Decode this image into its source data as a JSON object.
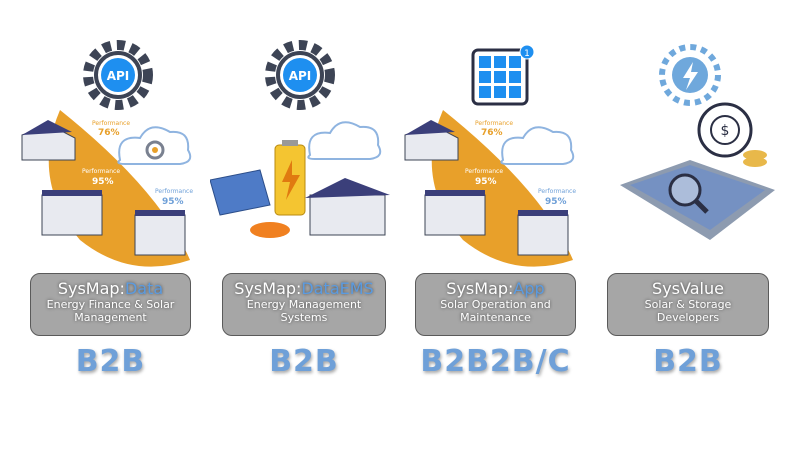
{
  "panels": [
    {
      "title_prefix": "SysMap:",
      "title_accent": "Data",
      "subtitle": "Energy Finance & Solar Management",
      "tag": "B2B",
      "illustration": {
        "api_label": "API",
        "perf": [
          {
            "label": "Performance",
            "value": "76%"
          },
          {
            "label": "Performance",
            "value": "95%"
          },
          {
            "label": "Performance",
            "value": "95%"
          }
        ]
      }
    },
    {
      "title_prefix": "SysMap:",
      "title_accent": "DataEMS",
      "subtitle": "Energy Management Systems",
      "tag": "B2B",
      "illustration": {
        "api_label": "API"
      }
    },
    {
      "title_prefix": "SysMap:",
      "title_accent": "App",
      "subtitle": "Solar Operation and Maintenance",
      "tag": "B2B2B/C",
      "illustration": {
        "badge": "1",
        "perf": [
          {
            "label": "Performance",
            "value": "76%"
          },
          {
            "label": "Performance",
            "value": "95%"
          },
          {
            "label": "Performance",
            "value": "95%"
          }
        ]
      }
    },
    {
      "title_prefix": "SysValue",
      "title_accent": "",
      "subtitle": "Solar & Storage Developers",
      "tag": "B2B",
      "illustration": {}
    }
  ],
  "colors": {
    "accent_blue": "#5b9be0",
    "tag_blue": "#6fa0d8",
    "orange": "#e8a02a",
    "card_gray": "#a6a6a6"
  }
}
